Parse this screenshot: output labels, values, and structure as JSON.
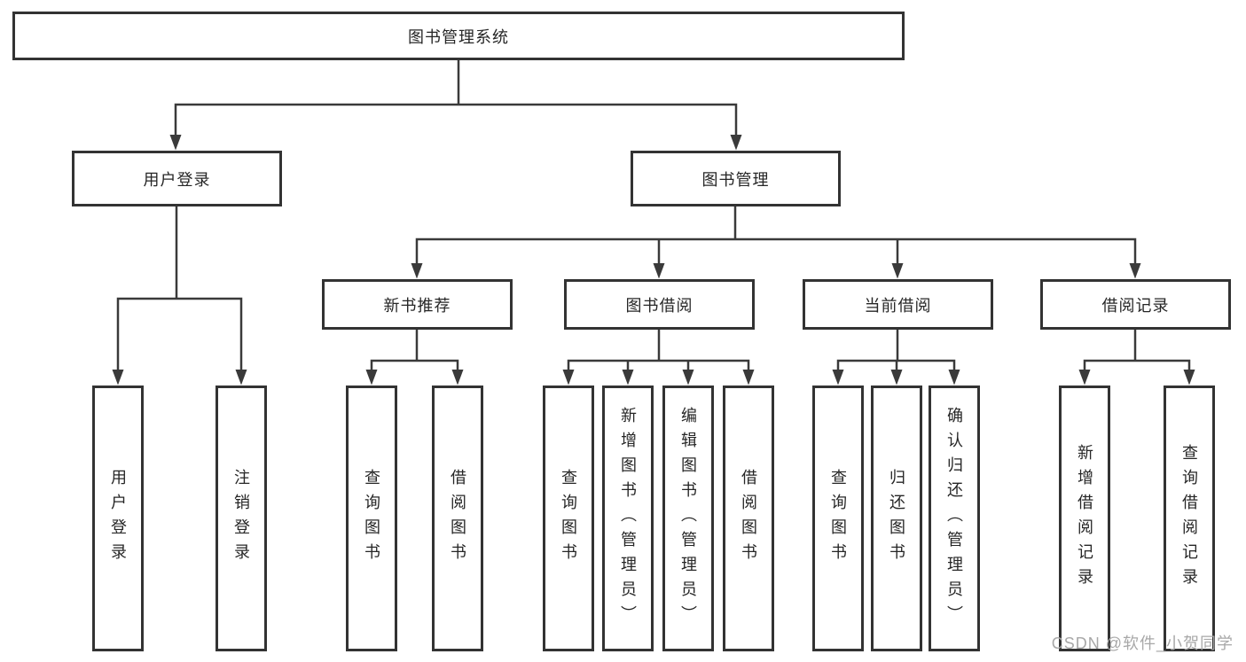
{
  "nodes": {
    "root": "图书管理系统",
    "user_login": "用户登录",
    "book_management": "图书管理",
    "new_book_recommend": "新书推荐",
    "book_borrowing": "图书借阅",
    "current_borrowing": "当前借阅",
    "borrowing_records": "借阅记录",
    "leaf_user_login": "用户登录",
    "leaf_logout": "注销登录",
    "leaf_recommend_query_books": "查询图书",
    "leaf_recommend_borrow_books": "借阅图书",
    "leaf_borrowing_query_books": "查询图书",
    "leaf_borrowing_add_books": "新增图书（管理员）",
    "leaf_borrowing_edit_books": "编辑图书（管理员）",
    "leaf_borrowing_borrow_books": "借阅图书",
    "leaf_current_query_books": "查询图书",
    "leaf_current_return_books": "归还图书",
    "leaf_current_confirm_return": "确认归还（管理员）",
    "leaf_records_add_record": "新增借阅记录",
    "leaf_records_query_record": "查询借阅记录"
  },
  "watermark": "CSDN @软件_小贺同学",
  "colors": {
    "line": "#3a3a3a",
    "box_border": "#333333",
    "text": "#262626",
    "watermark": "#a8a8a8",
    "background": "#ffffff"
  }
}
